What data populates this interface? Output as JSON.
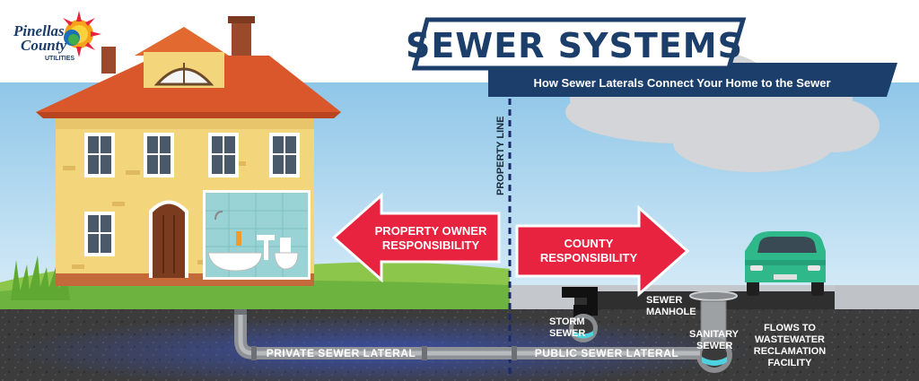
{
  "logo": {
    "line1": "Pinellas",
    "line2": "County",
    "line3": "UTILITIES"
  },
  "header": {
    "title": "SEWER SYSTEMS",
    "subtitle": "How Sewer Laterals Connect Your Home to the Sewer"
  },
  "labels": {
    "property_line": "PROPERTY LINE",
    "owner_line1": "PROPERTY OWNER",
    "owner_line2": "RESPONSIBILITY",
    "county_line1": "COUNTY",
    "county_line2": "RESPONSIBILITY",
    "manhole_line1": "SEWER",
    "manhole_line2": "MANHOLE",
    "storm_line1": "STORM",
    "storm_line2": "SEWER",
    "sanitary_line1": "SANITARY",
    "sanitary_line2": "SEWER",
    "flows_line1": "FLOWS TO",
    "flows_line2": "WASTEWATER",
    "flows_line3": "RECLAMATION",
    "flows_line4": "FACILITY",
    "private_lateral": "PRIVATE SEWER LATERAL",
    "public_lateral": "PUBLIC SEWER LATERAL"
  },
  "colors": {
    "navy": "#1b3e6b",
    "arrow_red": "#e8233f",
    "grass": "#6db33f",
    "soil": "#3c3c3c",
    "car": "#2fb88a",
    "house_wall": "#f3d57c",
    "roof": "#d9572a"
  }
}
